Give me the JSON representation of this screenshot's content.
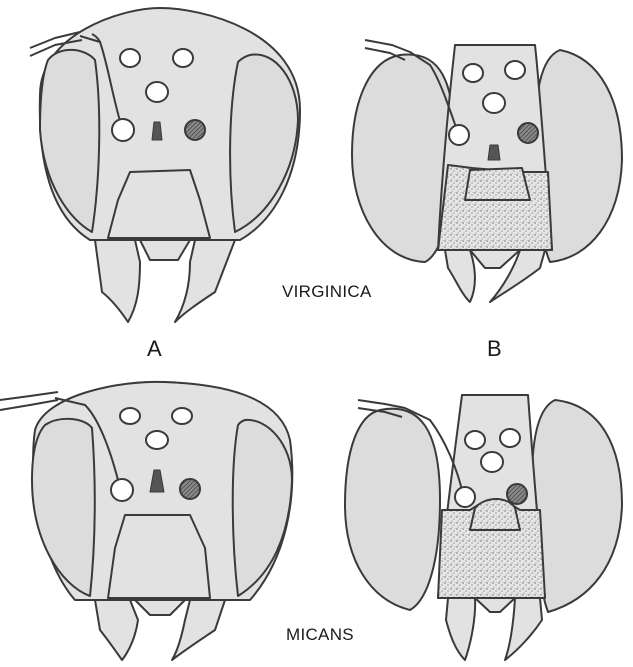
{
  "figure": {
    "species_labels": [
      "VIRGINICA",
      "MICANS"
    ],
    "panel_labels": [
      "A",
      "B"
    ],
    "colors": {
      "outline": "#3a3a3a",
      "eye_fill": "#dcdcdc",
      "head_fill": "#e2e2e2",
      "stipple": "#6a6a6a",
      "dark_spot": "#555555"
    },
    "heads": [
      {
        "id": "virginica-a",
        "species": "VIRGINICA",
        "panel": "A",
        "view": "frontal head, male"
      },
      {
        "id": "virginica-b",
        "species": "VIRGINICA",
        "panel": "B",
        "view": "frontal head, female"
      },
      {
        "id": "micans-a",
        "species": "MICANS",
        "panel": "A",
        "view": "frontal head, male"
      },
      {
        "id": "micans-b",
        "species": "MICANS",
        "panel": "B",
        "view": "frontal head, female"
      }
    ]
  }
}
